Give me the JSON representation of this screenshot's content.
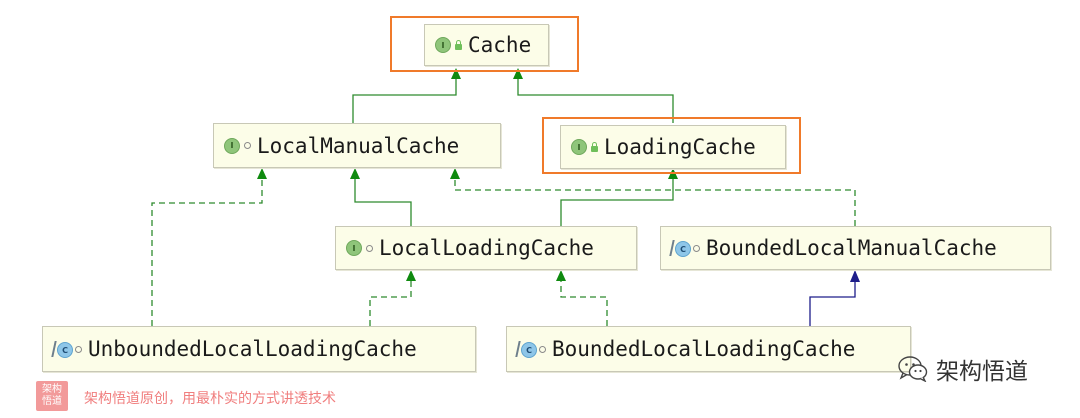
{
  "diagram": {
    "nodes": [
      {
        "id": "cache",
        "name": "Cache",
        "kind": "interface",
        "modifier": "lock"
      },
      {
        "id": "local_manual_cache",
        "name": "LocalManualCache",
        "kind": "interface",
        "modifier": "open"
      },
      {
        "id": "loading_cache",
        "name": "LoadingCache",
        "kind": "interface",
        "modifier": "lock"
      },
      {
        "id": "local_loading_cache",
        "name": "LocalLoadingCache",
        "kind": "interface",
        "modifier": "open"
      },
      {
        "id": "bounded_local_manual_cache",
        "name": "BoundedLocalManualCache",
        "kind": "class",
        "modifier": "open"
      },
      {
        "id": "unbounded_local_loading_cache",
        "name": "UnboundedLocalLoadingCache",
        "kind": "class",
        "modifier": "open"
      },
      {
        "id": "bounded_local_loading_cache",
        "name": "BoundedLocalLoadingCache",
        "kind": "class",
        "modifier": "open"
      }
    ],
    "edges": [
      {
        "from": "local_manual_cache",
        "to": "cache",
        "type": "extends"
      },
      {
        "from": "loading_cache",
        "to": "cache",
        "type": "extends"
      },
      {
        "from": "local_loading_cache",
        "to": "local_manual_cache",
        "type": "extends"
      },
      {
        "from": "local_loading_cache",
        "to": "loading_cache",
        "type": "extends"
      },
      {
        "from": "unbounded_local_loading_cache",
        "to": "local_manual_cache",
        "type": "implements"
      },
      {
        "from": "bounded_local_manual_cache",
        "to": "local_manual_cache",
        "type": "implements"
      },
      {
        "from": "unbounded_local_loading_cache",
        "to": "local_loading_cache",
        "type": "implements"
      },
      {
        "from": "bounded_local_loading_cache",
        "to": "local_loading_cache",
        "type": "implements"
      },
      {
        "from": "bounded_local_loading_cache",
        "to": "bounded_local_manual_cache",
        "type": "class-extends"
      }
    ],
    "highlighted": [
      "cache",
      "loading_cache"
    ]
  },
  "badges": {
    "interface": "I",
    "class": "C"
  },
  "icons": {
    "interface_badge": "interface-badge-icon",
    "class_badge": "class-badge-icon",
    "open_modifier": "open-modifier-icon",
    "lock_modifier": "lock-modifier-icon",
    "wechat": "wechat-icon"
  },
  "colors": {
    "node_fill": "#fcfde8",
    "node_border": "#c8c8b6",
    "highlight": "#f07a2a",
    "edge_green": "#2e8b2e",
    "arrow_green": "#0f8a0f",
    "edge_navy": "#1d1d8a",
    "footer_text": "#f07e7e"
  },
  "watermark": {
    "wechat_name": "架构悟道",
    "seal_line1": "架构",
    "seal_line2": "悟道",
    "footer": "架构悟道原创，用最朴实的方式讲透技术"
  }
}
